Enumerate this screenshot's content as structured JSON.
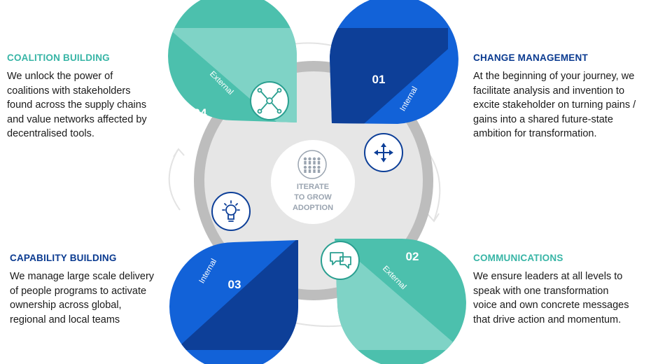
{
  "quadrants": {
    "coalition": {
      "title": "COALITION BUILDING",
      "lines": [
        "We unlock the power of",
        "coalitions with stakeholders",
        "found across the supply chains",
        "and value networks affected by",
        "decentralised tools."
      ]
    },
    "change": {
      "title": "CHANGE MANAGEMENT",
      "lines": [
        "At the beginning of your journey, we",
        "facilitate analysis and invention to",
        "excite stakeholder on turning pains /",
        "gains into a shared future-state",
        "ambition for transformation."
      ]
    },
    "capability": {
      "title": "CAPABILITY BUILDING",
      "lines": [
        "We manage large scale delivery",
        "of people programs to activate",
        "ownership across global,",
        "regional and local teams"
      ]
    },
    "communications": {
      "title": "COMMUNICATIONS",
      "lines": [
        "We ensure leaders at all levels to",
        "speak with one transformation",
        "voice and own concrete messages",
        "that drive action and momentum."
      ]
    }
  },
  "petals": {
    "p01": {
      "number": "01",
      "tag": "Internal",
      "icon": "arrows-expand-icon"
    },
    "p02": {
      "number": "02",
      "tag": "External",
      "icon": "chat-bubbles-icon"
    },
    "p03": {
      "number": "03",
      "tag": "Internal",
      "icon": "lightbulb-icon"
    },
    "p04": {
      "number": "04",
      "tag": "External",
      "icon": "hands-together-icon"
    }
  },
  "center": {
    "lines": [
      "ITERATE",
      "TO GROW",
      "ADOPTION"
    ],
    "icon": "people-group-icon"
  },
  "colors": {
    "teal": "#4cc0ad",
    "teal_light": "#7fd3c6",
    "blue": "#1262d8",
    "blue_dark": "#0d3f98",
    "navy_heading": "#0a3a90",
    "teal_heading": "#38b5a6",
    "ring": "#bdbdbd",
    "disc": "#e6e6e6"
  }
}
